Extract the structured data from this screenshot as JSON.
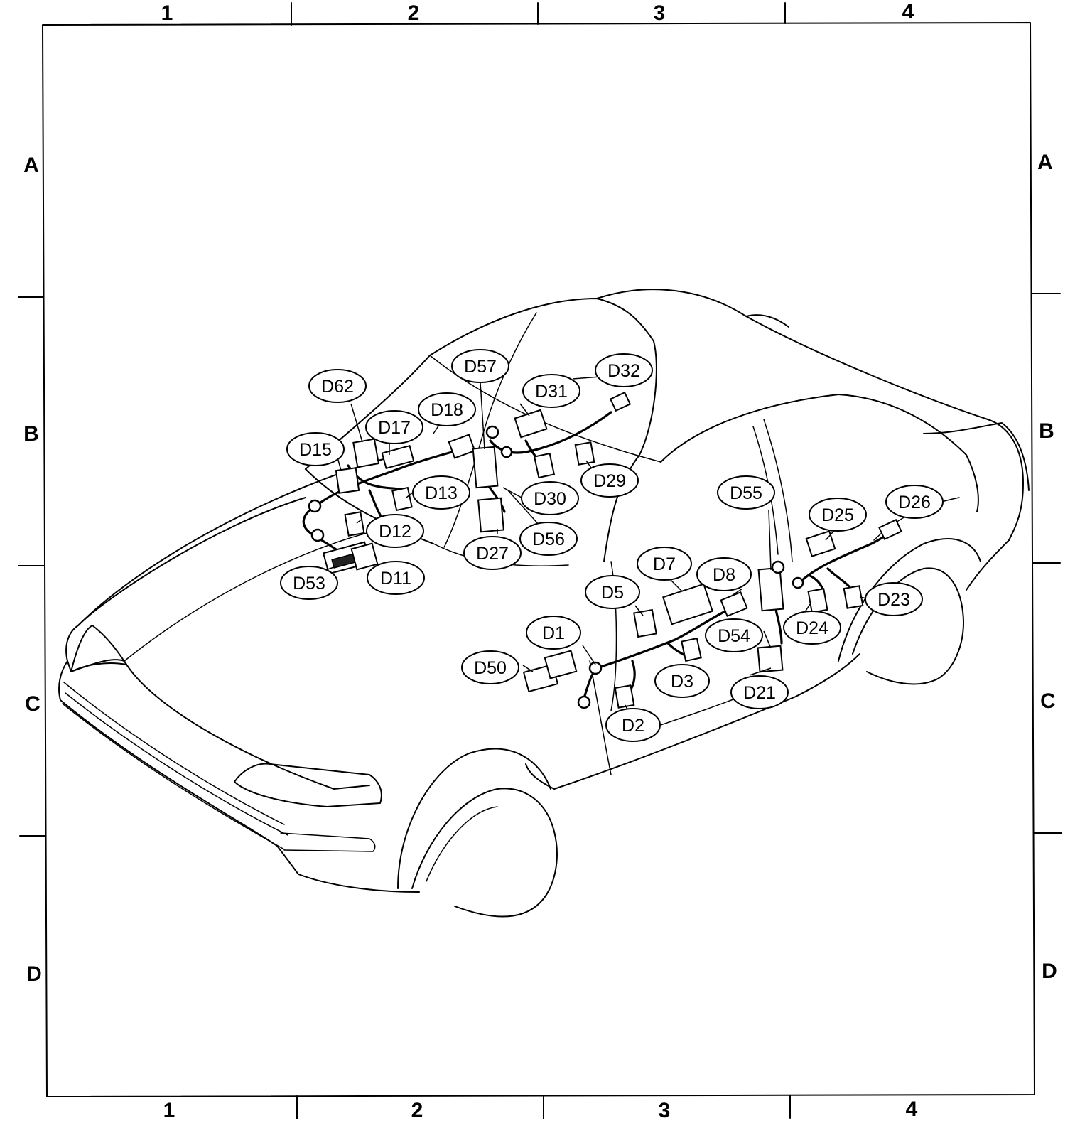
{
  "grid": {
    "columns": [
      "1",
      "2",
      "3",
      "4"
    ],
    "rows": [
      "A",
      "B",
      "C",
      "D"
    ]
  },
  "callouts": {
    "D62": "D62",
    "D57": "D57",
    "D32": "D32",
    "D31": "D31",
    "D18": "D18",
    "D17": "D17",
    "D15": "D15",
    "D13": "D13",
    "D30": "D30",
    "D29": "D29",
    "D12": "D12",
    "D56": "D56",
    "D27": "D27",
    "D53": "D53",
    "D11": "D11",
    "D55": "D55",
    "D25": "D25",
    "D26": "D26",
    "D7": "D7",
    "D8": "D8",
    "D5": "D5",
    "D23": "D23",
    "D1": "D1",
    "D54": "D54",
    "D24": "D24",
    "D50": "D50",
    "D3": "D3",
    "D21": "D21",
    "D2": "D2"
  }
}
